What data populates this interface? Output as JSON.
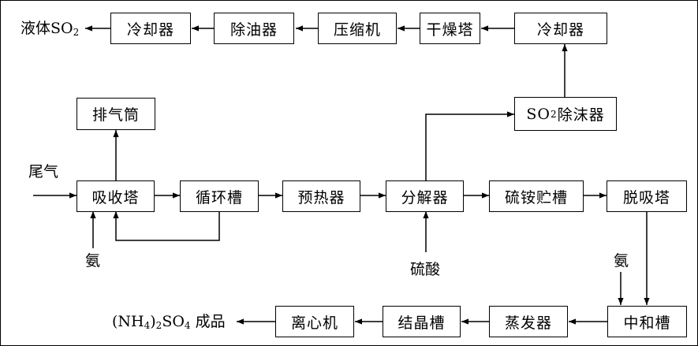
{
  "row1": {
    "cooler_a": "冷却器",
    "degreaser": "除油器",
    "compressor": "压缩机",
    "drying_tower": "干燥塔",
    "cooler_b": "冷却器",
    "output_main": "液体SO",
    "output_sub": "2"
  },
  "row2": {
    "exhaust_stack": "排气筒",
    "mist_prefix": "SO",
    "mist_sub": "2",
    "mist_suffix": "除沫器"
  },
  "row3": {
    "tail_gas": "尾气",
    "absorption_tower": "吸收塔",
    "circulation_tank": "循环槽",
    "preheater": "预热器",
    "decomposer": "分解器",
    "storage_tank": "硫铵贮槽",
    "desorption_tower": "脱吸塔"
  },
  "row4": {
    "ammonia_left": "氨",
    "sulfuric_acid": "硫酸",
    "ammonia_right": "氨",
    "neutralizer": "中和槽",
    "evaporator": "蒸发器",
    "crystallizer": "结晶槽",
    "centrifuge": "离心机",
    "product_a": "(NH",
    "product_b": "4",
    "product_c": ")",
    "product_d": "2",
    "product_e": "SO",
    "product_f": "4",
    "product_g": " 成品"
  }
}
